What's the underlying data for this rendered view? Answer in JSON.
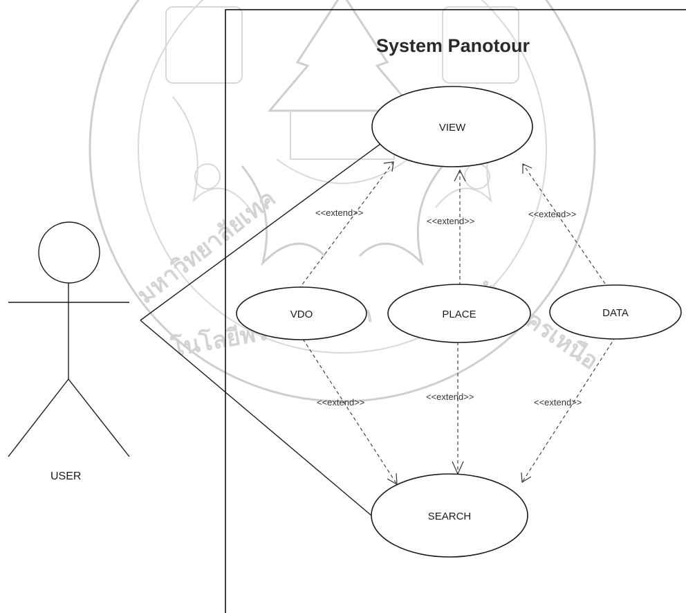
{
  "diagram": {
    "title": "System Panotour",
    "actor": {
      "label": "USER"
    },
    "use_cases": {
      "view": "VIEW",
      "vdo": "VDO",
      "place": "PLACE",
      "data": "DATA",
      "search": "SEARCH"
    },
    "relations": {
      "vdo_view": "<<extend>>",
      "place_view": "<<extend>>",
      "data_view": "<<extend>>",
      "vdo_search": "<<extend>>",
      "place_search": "<<extend>>",
      "data_search": "<<extend>>"
    }
  },
  "watermark": {
    "type": "university-seal",
    "lettering": "มหาวิทยาลัยเทคโนโลยีพระจอมเกล้าพระนครเหนือ"
  }
}
